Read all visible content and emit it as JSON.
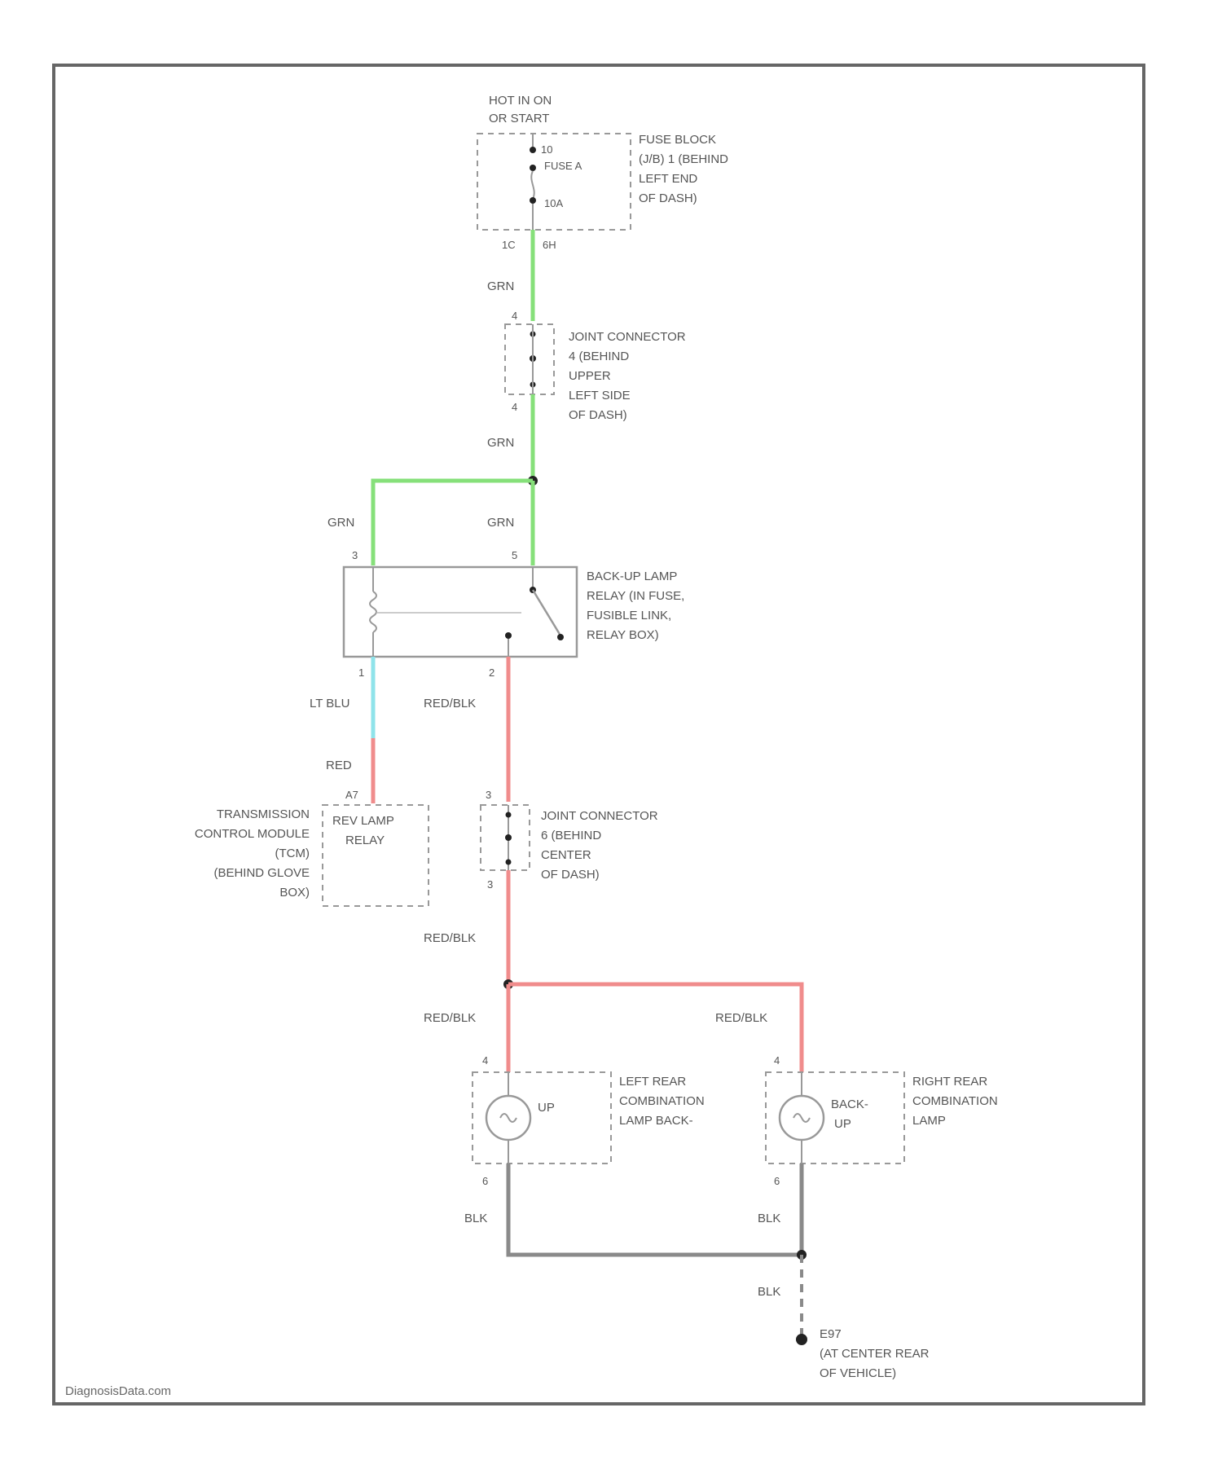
{
  "colors": {
    "grn": "#86e07a",
    "lt_blu": "#8fe3ea",
    "red": "#f08c8c",
    "red_blk": "#f08c8c",
    "blk": "#8a8a8a",
    "frame": "#666666"
  },
  "source": {
    "line1": "HOT IN ON",
    "line2": "OR START"
  },
  "fuse_block": {
    "label_lines": [
      "FUSE BLOCK",
      "(J/B) 1 (BEHIND",
      "LEFT END",
      "OF DASH)"
    ],
    "fuse_name": "FUSE A",
    "top_pin": "10",
    "fuse_rating": "10A",
    "pin_left": "1C",
    "pin_right": "6H"
  },
  "joint_connector_upper": {
    "label_lines": [
      "JOINT CONNECTOR",
      "4 (BEHIND",
      "UPPER",
      "LEFT SIDE",
      "OF DASH)"
    ],
    "pin_top": "4",
    "pin_bottom": "4"
  },
  "relay": {
    "label_lines": [
      "BACK-UP LAMP",
      "RELAY (IN FUSE,",
      "FUSIBLE LINK,",
      "RELAY BOX)"
    ],
    "pin_tl": "3",
    "pin_tr": "5",
    "pin_bl": "1",
    "pin_br": "2"
  },
  "tcm": {
    "label_lines": [
      "TRANSMISSION",
      "CONTROL MODULE",
      "(TCM)",
      "(BEHIND GLOVE",
      "BOX)"
    ],
    "inner_lines": [
      "REV LAMP",
      "RELAY"
    ],
    "pin": "A7"
  },
  "joint_connector_center": {
    "label_lines": [
      "JOINT CONNECTOR",
      "6 (BEHIND",
      "CENTER",
      "OF DASH)"
    ],
    "pin_top": "3",
    "pin_bottom": "3"
  },
  "left_lamp": {
    "label_lines": [
      "LEFT REAR",
      "COMBINATION",
      "LAMP BACK-"
    ],
    "inner_label": "UP",
    "pin_top": "4",
    "pin_bottom": "6"
  },
  "right_lamp": {
    "label_lines": [
      "RIGHT REAR",
      "COMBINATION",
      "LAMP"
    ],
    "inner_lines": [
      "BACK-",
      "UP"
    ],
    "pin_top": "4",
    "pin_bottom": "6"
  },
  "wires": {
    "grn": "GRN",
    "lt_blu": "LT BLU",
    "red": "RED",
    "red_blk": "RED/BLK",
    "blk": "BLK"
  },
  "ground": {
    "name": "E97",
    "label_lines": [
      "(AT CENTER REAR",
      "OF VEHICLE)"
    ]
  },
  "footer": "DiagnosisData.com"
}
